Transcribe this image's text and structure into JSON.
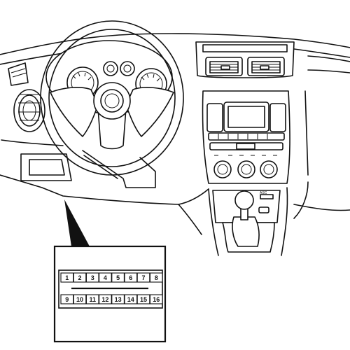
{
  "diagram": {
    "shift_label": "ASC",
    "connector": {
      "top_row": [
        "1",
        "2",
        "3",
        "4",
        "5",
        "6",
        "7",
        "8"
      ],
      "bottom_row": [
        "9",
        "10",
        "11",
        "12",
        "13",
        "14",
        "15",
        "16"
      ]
    }
  }
}
